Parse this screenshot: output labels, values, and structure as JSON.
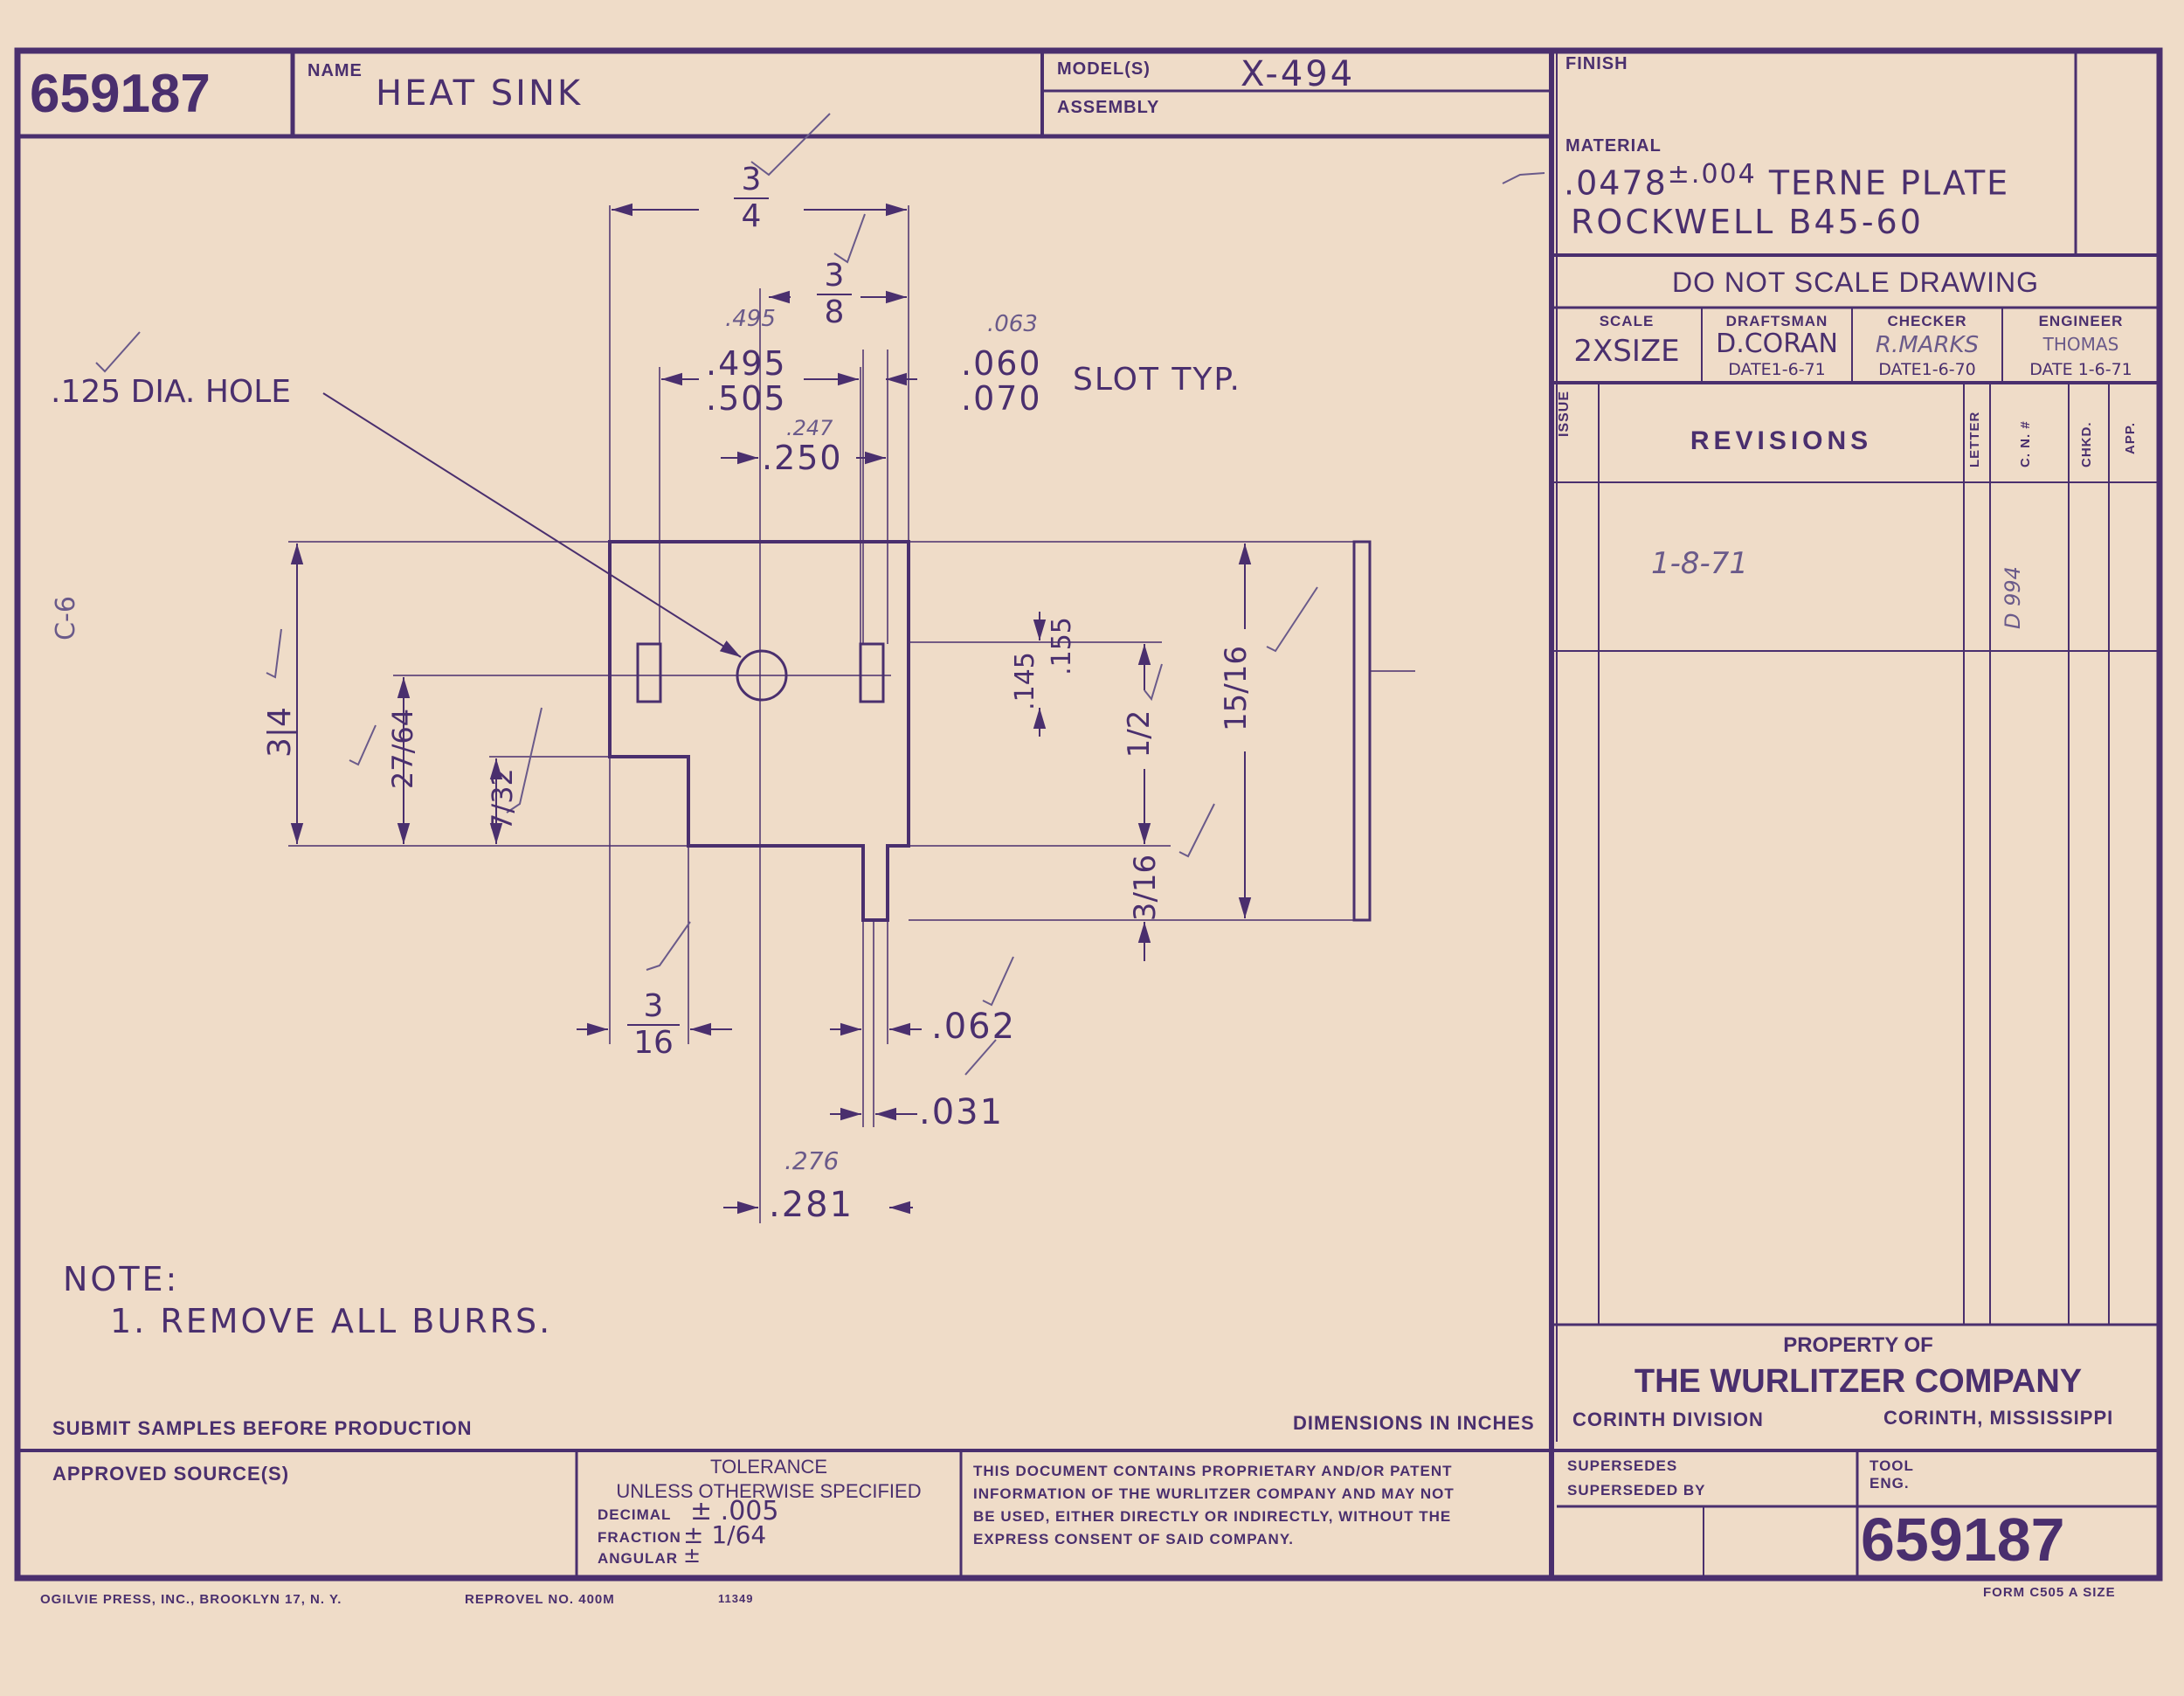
{
  "title_block": {
    "part_number": "659187",
    "name_label": "NAME",
    "name": "HEAT SINK",
    "models_label": "MODEL(S)",
    "model": "X-494",
    "assembly_label": "ASSEMBLY",
    "finish_label": "FINISH",
    "material_label": "MATERIAL",
    "material_line1": ".0478",
    "material_tol": "±.004",
    "material_line1b": "TERNE PLATE",
    "material_line2": "ROCKWELL B45-60",
    "do_not_scale": "DO NOT SCALE DRAWING",
    "scale_label": "SCALE",
    "scale": "2XSIZE",
    "draftsman_label": "DRAFTSMAN",
    "draftsman": "D.CORAN",
    "draftsman_date": "DATE1-6-71",
    "checker_label": "CHECKER",
    "checker": "R.MARKS",
    "checker_date": "DATE1-6-70",
    "engineer_label": "ENGINEER",
    "engineer": "THOMAS",
    "engineer_date": "DATE 1-6-71"
  },
  "revisions": {
    "issue_label": "ISSUE",
    "title": "REVISIONS",
    "letter_label": "LETTER",
    "cn_label": "C. N. #",
    "chkd_label": "CHKD.",
    "app_label": "APP.",
    "entry_date": "1-8-71",
    "entry_cn": "D 994"
  },
  "property": {
    "label": "PROPERTY OF",
    "company": "THE WURLITZER COMPANY",
    "division": "CORINTH DIVISION",
    "location": "CORINTH, MISSISSIPPI"
  },
  "bottom": {
    "submit": "SUBMIT SAMPLES BEFORE PRODUCTION",
    "dimensions": "DIMENSIONS IN INCHES",
    "approved": "APPROVED SOURCE(S)",
    "tol_title": "TOLERANCE",
    "tol_sub": "UNLESS OTHERWISE SPECIFIED",
    "decimal_label": "DECIMAL",
    "decimal_val": "± .005",
    "fraction_label": "FRACTION",
    "fraction_val": "± 1/64",
    "angular_label": "ANGULAR",
    "angular_val": "±",
    "notice_1": "THIS DOCUMENT CONTAINS PROPRIETARY AND/OR PATENT",
    "notice_2": "INFORMATION OF THE WURLITZER COMPANY AND MAY NOT",
    "notice_3": "BE USED, EITHER DIRECTLY OR INDIRECTLY, WITHOUT THE",
    "notice_4": "EXPRESS CONSENT OF SAID COMPANY.",
    "supersedes": "SUPERSEDES",
    "superseded_by": "SUPERSEDED BY",
    "tool_eng": "TOOL ENG.",
    "part_number": "659187",
    "printer": "OGILVIE PRESS, INC., BROOKLYN 17, N. Y.",
    "reprovel": "REPROVEL NO. 400M",
    "code": "11349",
    "form": "FORM C505 A SIZE"
  },
  "notes": {
    "title": "NOTE:",
    "item1": "1. REMOVE ALL BURRS."
  },
  "dims": {
    "top_3_4_n": "3",
    "top_3_4_d": "4",
    "top_3_8_n": "3",
    "top_3_8_d": "8",
    "d495": ".495",
    "d505": ".505",
    "d495_hw": ".495",
    "d060": ".060",
    "d070": ".070",
    "d063_hw": ".063",
    "slot": "SLOT TYP.",
    "d250": ".250",
    "d247_hw": ".247",
    "hole": ".125 DIA. HOLE",
    "left_3_4_n": "3",
    "left_3_4_d": "4",
    "f27_n": "27",
    "f27_d": "64",
    "f7_n": "7",
    "f7_d": "32",
    "d145": ".145",
    "d155": ".155",
    "half_n": "1",
    "half_d": "2",
    "f15_n": "15",
    "f15_d": "16",
    "f3_16r_n": "3",
    "f3_16r_d": "16",
    "f3_16b_n": "3",
    "f3_16b_d": "16",
    "d062": ".062",
    "d031": ".031",
    "d281": ".281",
    "d276_hw": ".276",
    "side_mark": "C-6"
  }
}
